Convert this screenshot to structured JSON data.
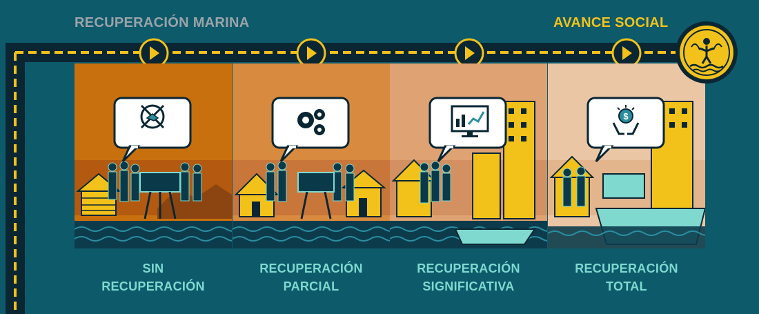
{
  "header": {
    "left_title": "RECUPERACIÓN MARINA",
    "right_title": "AVANCE SOCIAL"
  },
  "stages": [
    {
      "line1": "SIN",
      "line2": "RECUPERACIÓN",
      "bubble_icon": "handshake-icon",
      "color": "#c9700e"
    },
    {
      "line1": "RECUPERACIÓN",
      "line2": "PARCIAL",
      "bubble_icon": "gears-icon",
      "color": "#d88a3e"
    },
    {
      "line1": "RECUPERACIÓN",
      "line2": "SIGNIFICATIVA",
      "bubble_icon": "chart-monitor-icon",
      "color": "#dea273"
    },
    {
      "line1": "RECUPERACIÓN",
      "line2": "TOTAL",
      "bubble_icon": "money-hands-icon",
      "color": "#ebc6a4"
    }
  ],
  "badge_icon": "lotus-figure-icon",
  "colors": {
    "background": "#0d5a6b",
    "track": "#0a2633",
    "accent": "#f2c21a",
    "caption": "#7fd9cf",
    "water": "#0c3c4c"
  }
}
